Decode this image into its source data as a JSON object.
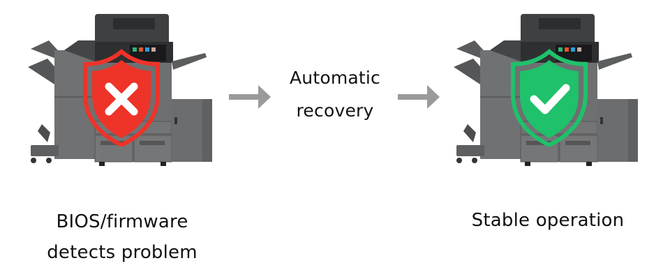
{
  "diagram": {
    "steps": [
      {
        "id": "problem",
        "status": "error",
        "shield_symbol": "x-mark",
        "shield_color": "#ee3329",
        "caption_lines": [
          "BIOS/firmware",
          "detects problem"
        ]
      },
      {
        "id": "recovery",
        "label_lines": [
          "Automatic",
          "recovery"
        ]
      },
      {
        "id": "stable",
        "status": "ok",
        "shield_symbol": "check-mark",
        "shield_color": "#1fc16b",
        "caption_lines": [
          "Stable operation"
        ]
      }
    ],
    "arrow_color": "#9a9a9a",
    "printer_body_color": "#6b6b6b",
    "printer_dark_color": "#3a3b3d",
    "icons": {
      "printer": "multifunction-printer",
      "error": "shield-x-icon",
      "ok": "shield-check-icon",
      "arrow": "arrow-right-icon"
    }
  }
}
